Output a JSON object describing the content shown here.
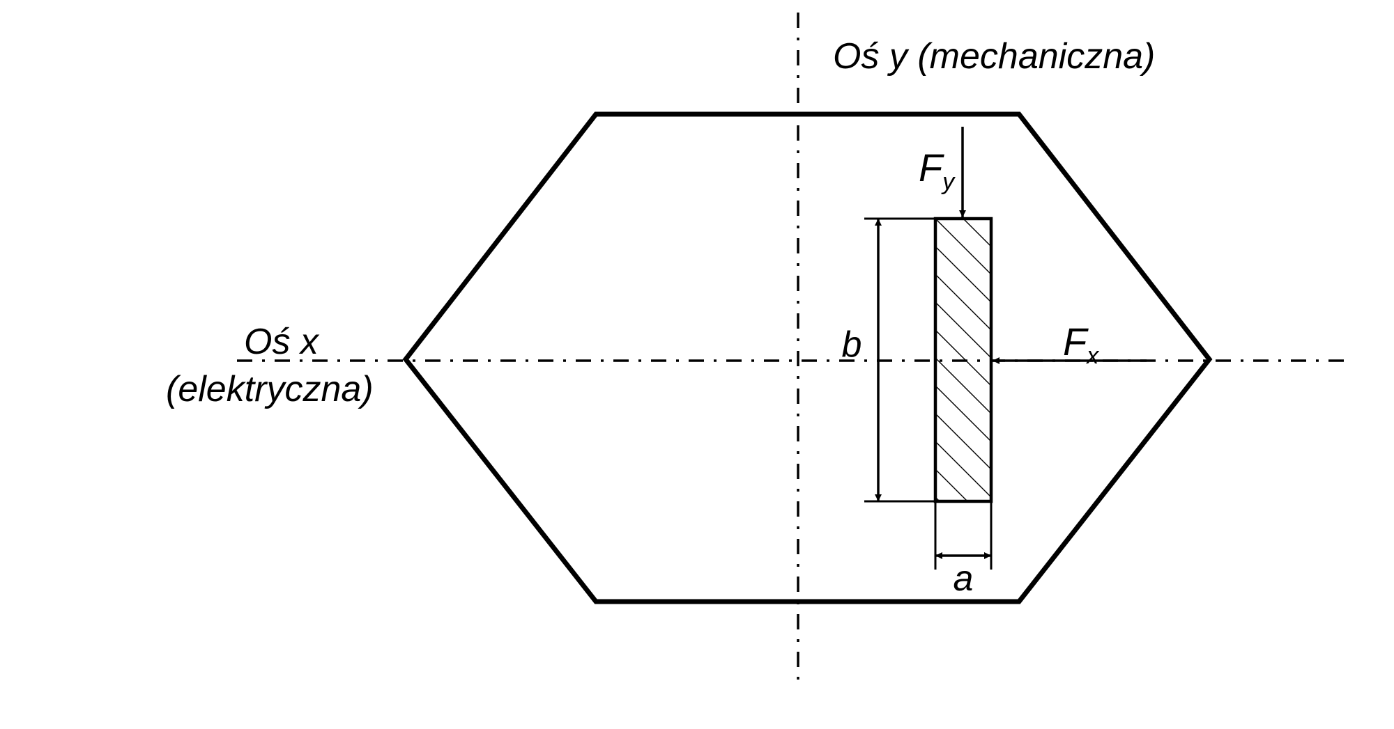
{
  "labels": {
    "y_axis": "Oś y (mechaniczna)",
    "x_axis_line1": "Oś x",
    "x_axis_line2": "(elektryczna)",
    "dim_b": "b",
    "dim_a": "a",
    "force_y_main": "F",
    "force_y_sub": "y",
    "force_x_main": "F",
    "force_x_sub": "x"
  },
  "colors": {
    "stroke": "#000000",
    "background": "#ffffff"
  }
}
